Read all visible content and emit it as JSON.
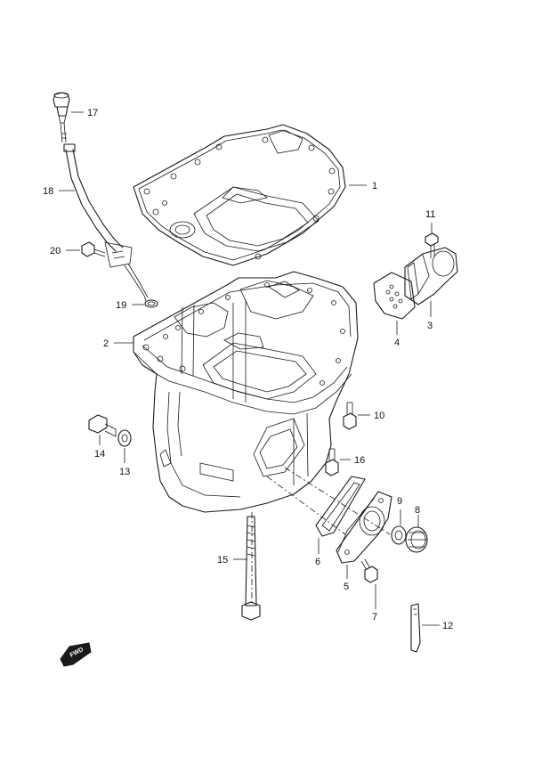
{
  "diagram": {
    "callouts": [
      {
        "id": "p1",
        "label": "1"
      },
      {
        "id": "p2",
        "label": "2"
      },
      {
        "id": "p3",
        "label": "3"
      },
      {
        "id": "p4",
        "label": "4"
      },
      {
        "id": "p5",
        "label": "5"
      },
      {
        "id": "p6",
        "label": "6"
      },
      {
        "id": "p7",
        "label": "7"
      },
      {
        "id": "p8",
        "label": "8"
      },
      {
        "id": "p9",
        "label": "9"
      },
      {
        "id": "p10",
        "label": "10"
      },
      {
        "id": "p11",
        "label": "11"
      },
      {
        "id": "p12",
        "label": "12"
      },
      {
        "id": "p13",
        "label": "13"
      },
      {
        "id": "p14",
        "label": "14"
      },
      {
        "id": "p15",
        "label": "15"
      },
      {
        "id": "p16",
        "label": "16"
      },
      {
        "id": "p17",
        "label": "17"
      },
      {
        "id": "p18",
        "label": "18"
      },
      {
        "id": "p19",
        "label": "19"
      },
      {
        "id": "p20",
        "label": "20"
      }
    ],
    "forward_marker": {
      "label": "FWD",
      "icon": "forward-arrow-icon"
    }
  }
}
